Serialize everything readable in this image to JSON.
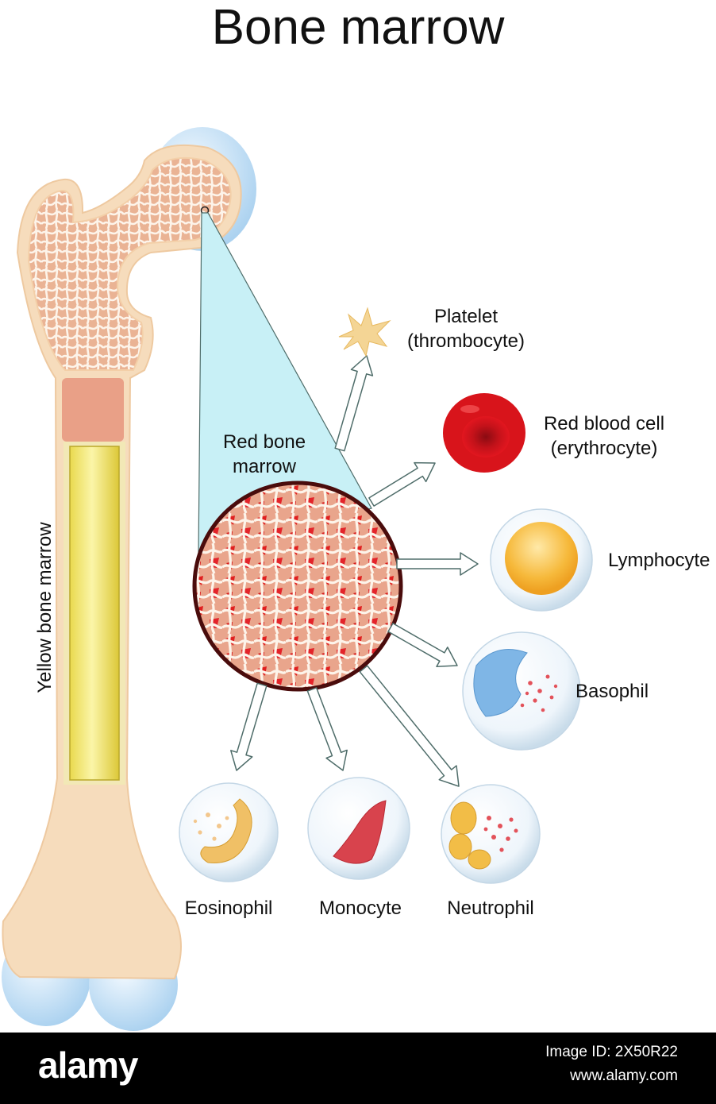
{
  "title": "Bone marrow",
  "labels": {
    "yellow_bone_marrow": "Yellow bone marrow",
    "red_bone_marrow_line1": "Red bone",
    "red_bone_marrow_line2": "marrow",
    "platelet_line1": "Platelet",
    "platelet_line2": "(thrombocyte)",
    "rbc_line1": "Red blood cell",
    "rbc_line2": "(erythrocyte)",
    "lymphocyte": "Lymphocyte",
    "basophil": "Basophil",
    "eosinophil": "Eosinophil",
    "monocyte": "Monocyte",
    "neutrophil": "Neutrophil"
  },
  "footer": {
    "brand": "alamy",
    "image_id": "Image ID: 2X50R22",
    "site": "www.alamy.com"
  },
  "colors": {
    "bone": "#f5dcbc",
    "spongy": "#e9a988",
    "yellow_marrow": "#efe37a",
    "red_marrow": "#e8a087",
    "cartilage": "#cfe6f8",
    "zoom_cone": "#c8f0f6",
    "rbc": "#d8141b",
    "arrow": "#4f6d6a"
  }
}
